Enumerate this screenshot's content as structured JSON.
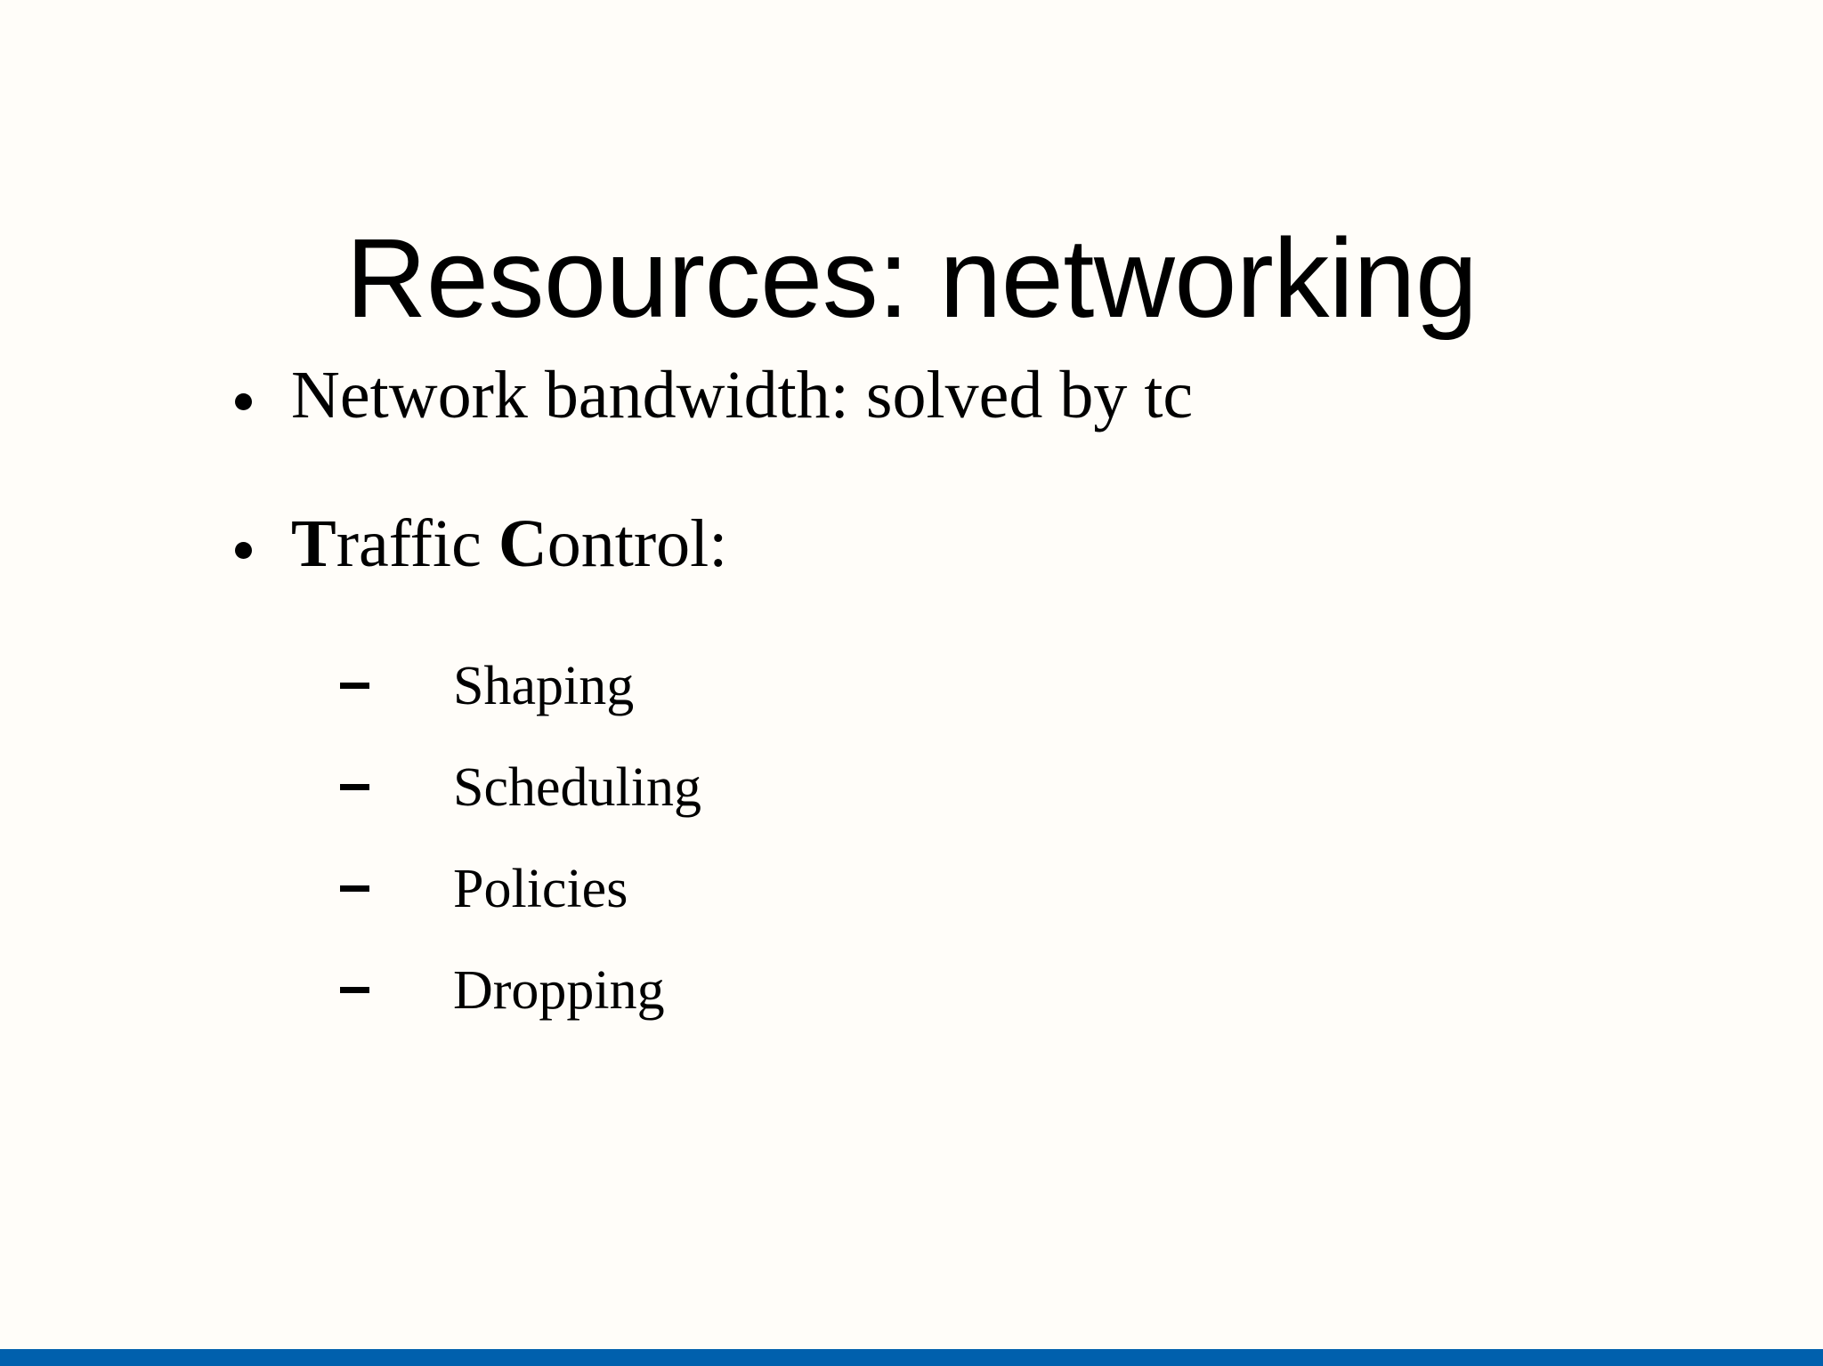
{
  "slide": {
    "title": "Resources: networking",
    "background_color": "#fffdf9",
    "accent_bar_color": "#0060ad",
    "text_color": "#000000"
  },
  "content": {
    "bullets": [
      {
        "level": 1,
        "marker": "bullet-dot",
        "text": "Network bandwidth: solved by tc",
        "segments": [
          {
            "text": "Network bandwidth: solved by tc",
            "bold": false
          }
        ]
      },
      {
        "level": 1,
        "marker": "bullet-dot",
        "text": "Traffic Control:",
        "segments": [
          {
            "text": "T",
            "bold": true
          },
          {
            "text": "raffic ",
            "bold": false
          },
          {
            "text": "C",
            "bold": true
          },
          {
            "text": "ontrol:",
            "bold": false
          }
        ]
      }
    ],
    "sub_bullets": [
      {
        "level": 2,
        "marker": "en-dash",
        "text": "Shaping"
      },
      {
        "level": 2,
        "marker": "en-dash",
        "text": "Scheduling"
      },
      {
        "level": 2,
        "marker": "en-dash",
        "text": "Policies"
      },
      {
        "level": 2,
        "marker": "en-dash",
        "text": "Dropping"
      }
    ]
  }
}
